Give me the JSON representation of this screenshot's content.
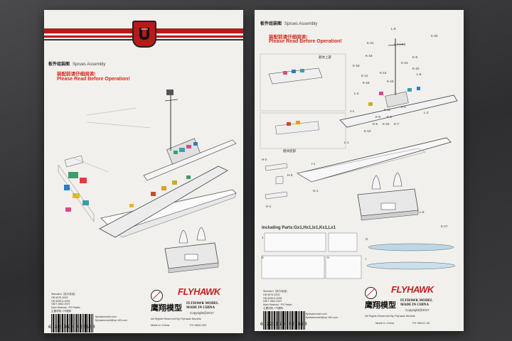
{
  "left_box": {
    "heading": "板件组装图",
    "heading_sub": "Sprues Assembly",
    "warning_cn": "装配前请仔细阅读!",
    "warning_en": "Please Read Before Operation!",
    "standard_lines": [
      "Standard（执行标准）",
      "GB 6675-2003",
      "GB 5296.5-2006",
      "GB/T 2862-2007",
      "Main Material : PS Plastic",
      "主要材料: PS塑料"
    ],
    "barcode_number": "6 921970 400680",
    "web_lines": [
      "flyhawkmodel.com",
      "flyhawkmodel@vip.163.com"
    ],
    "brand_logo": "FLYHAWK",
    "brand_cn": "鹰翔模型",
    "brand_en_1": "FLYHAWK MODEL",
    "brand_en_2": "MADE IN CHINA",
    "copyright": "Copyright@2017",
    "rights": "All Rights Reserved By Flyhawk Models",
    "made_in": "Made In China",
    "fh_code": "FH 9602-003"
  },
  "right_box": {
    "heading": "板件组装图",
    "heading_sub": "Sprues Assembly",
    "warning_cn": "装配前请仔细阅读!",
    "warning_en": "Please Read Before Operation!",
    "including_parts": "Including Parts:Gx1,Hx1,Ix1,Kx1,Lx1",
    "part_labels": [
      "L-8",
      "K-20",
      "K-21",
      "L-7 ( 9 )",
      "K-8",
      "K-19",
      "K-13",
      "K-18",
      "K-22",
      "K-12",
      "L-5",
      "K-14",
      "K-16",
      "K-15",
      "L-4",
      "K-11",
      "K-1",
      "J-1",
      "L-2",
      "K-6",
      "K-2",
      "K-9",
      "K-23",
      "K-7",
      "K-10",
      "L-1",
      "H-2",
      "H-3",
      "I-1",
      "H-1",
      "G-1",
      "L-6",
      "K-17",
      "J",
      "K",
      "H",
      "G",
      "I",
      "舰体上部",
      "舰体底部"
    ],
    "standard_lines": [
      "Standard（执行标准）",
      "GB 6675-2003",
      "GB 5296.5-2006",
      "GB/T 2862-2007",
      "Main Material : PS Plastic",
      "主要材料: PS塑料"
    ],
    "barcode_number": "6 921970 400673",
    "web_lines": [
      "flyhawkmodel.com",
      "flyhawkmodel@vip.163.com"
    ],
    "brand_logo": "FLYHAWK",
    "brand_cn": "鹰翔模型",
    "brand_en_1": "FLYHAWK MODEL",
    "brand_en_2": "MADE IN CHINA",
    "copyright": "Copyright@2017",
    "rights": "All Rights Reserved By Flyhawk Models",
    "made_in": "Made In China",
    "fh_code": "FH 9601C-03"
  },
  "colors": {
    "brand_red": "#c2201e",
    "warning_red": "#d02a1a",
    "box_white": "#f2f0ec",
    "background": "#3a3a3c"
  }
}
